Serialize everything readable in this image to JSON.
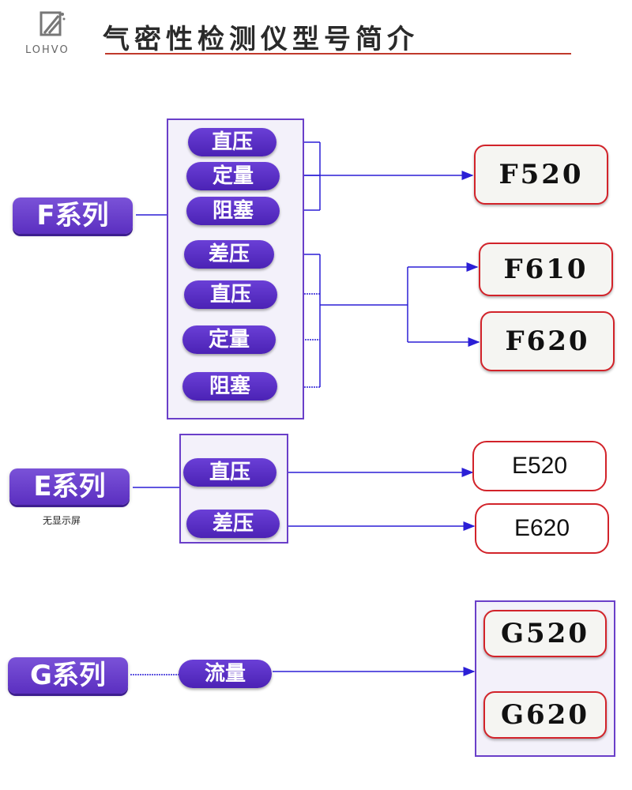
{
  "header": {
    "logo_text": "LOHVO",
    "title": "气密性检测仪型号简介"
  },
  "f_series": {
    "label": "F系列",
    "group1_pills": [
      "直压",
      "定量",
      "阻塞"
    ],
    "group2_pills": [
      "差压",
      "直压",
      "定量",
      "阻塞"
    ],
    "models": [
      "F520",
      "F610",
      "F620"
    ]
  },
  "e_series": {
    "label": "E系列",
    "subtitle": "无显示屏",
    "pills": [
      "直压",
      "差压"
    ],
    "models": [
      "E520",
      "E620"
    ]
  },
  "g_series": {
    "label": "G系列",
    "pill": "流量",
    "models": [
      "G520",
      "G620"
    ]
  },
  "colors": {
    "accent_purple": "#5b2fc0",
    "connector_blue": "#2b1fd6",
    "model_border_red": "#d2232a",
    "title_underline": "#c0392b"
  }
}
